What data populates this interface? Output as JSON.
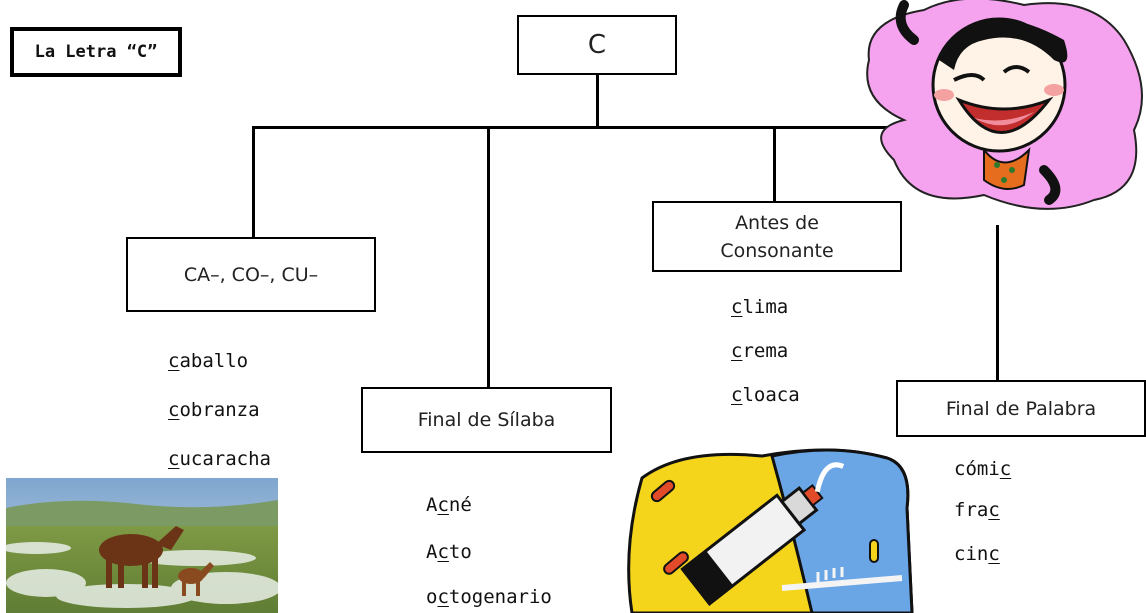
{
  "title": "La Letra “C”",
  "root": "C",
  "branches": [
    {
      "label": "CA–, CO–, CU–",
      "examples": [
        {
          "pre": "",
          "mark": "c",
          "post": "aballo"
        },
        {
          "pre": "",
          "mark": "c",
          "post": "obranza"
        },
        {
          "pre": "",
          "mark": "c",
          "post": "ucaracha"
        }
      ]
    },
    {
      "label": "Final de Sílaba",
      "examples": [
        {
          "pre": "A",
          "mark": "c",
          "post": "né"
        },
        {
          "pre": "A",
          "mark": "c",
          "post": "to"
        },
        {
          "pre": "o",
          "mark": "c",
          "post": "togenario"
        }
      ]
    },
    {
      "label_line1": "Antes de",
      "label_line2": "Consonante",
      "examples": [
        {
          "pre": "",
          "mark": "c",
          "post": "lima"
        },
        {
          "pre": "",
          "mark": "c",
          "post": "rema"
        },
        {
          "pre": "",
          "mark": "c",
          "post": "loaca"
        }
      ]
    },
    {
      "label": "Final de Palabra",
      "examples": [
        {
          "pre": "cómi",
          "mark": "c",
          "post": ""
        },
        {
          "pre": "fra",
          "mark": "c",
          "post": ""
        },
        {
          "pre": "cin",
          "mark": "c",
          "post": ""
        }
      ]
    }
  ],
  "colors": {
    "flower": "#f5a3ee",
    "toothpaste_bg": "#6aa6e6",
    "toothpaste_yellow": "#f4d51c",
    "grass": "#6b8a3a",
    "sky": "#8fb3d6"
  }
}
